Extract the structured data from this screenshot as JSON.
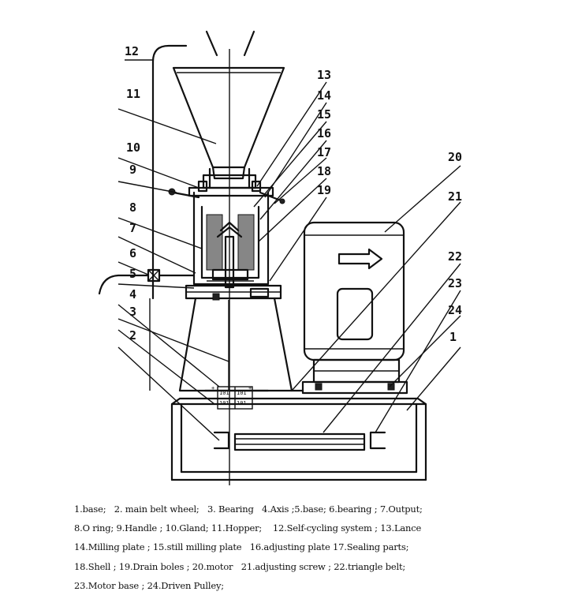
{
  "callouts": [
    "1",
    "2",
    "3",
    "4",
    "5",
    "6",
    "7",
    "8",
    "9",
    "10",
    "11",
    "12",
    "13",
    "14",
    "15",
    "16",
    "17",
    "18",
    "19",
    "20",
    "21",
    "22",
    "23",
    "24"
  ],
  "plate_marks": [
    "101",
    "101",
    "101",
    "101"
  ],
  "legend_lines": [
    "1.base;   2. main belt wheel;   3. Bearing   4.Axis ;5.base; 6.bearing ; 7.Output;",
    "8.O ring; 9.Handle ; 10.Gland; 11.Hopper;    12.Self-cycling system ; 13.Lance",
    "14.Milling plate ; 15.still milling plate   16.adjusting plate 17.Sealing parts;",
    "18.Shell ; 19.Drain boles ; 20.motor   21.adjusting screw ; 22.triangle belt;",
    "23.Motor base ; 24.Driven Pulley;"
  ]
}
